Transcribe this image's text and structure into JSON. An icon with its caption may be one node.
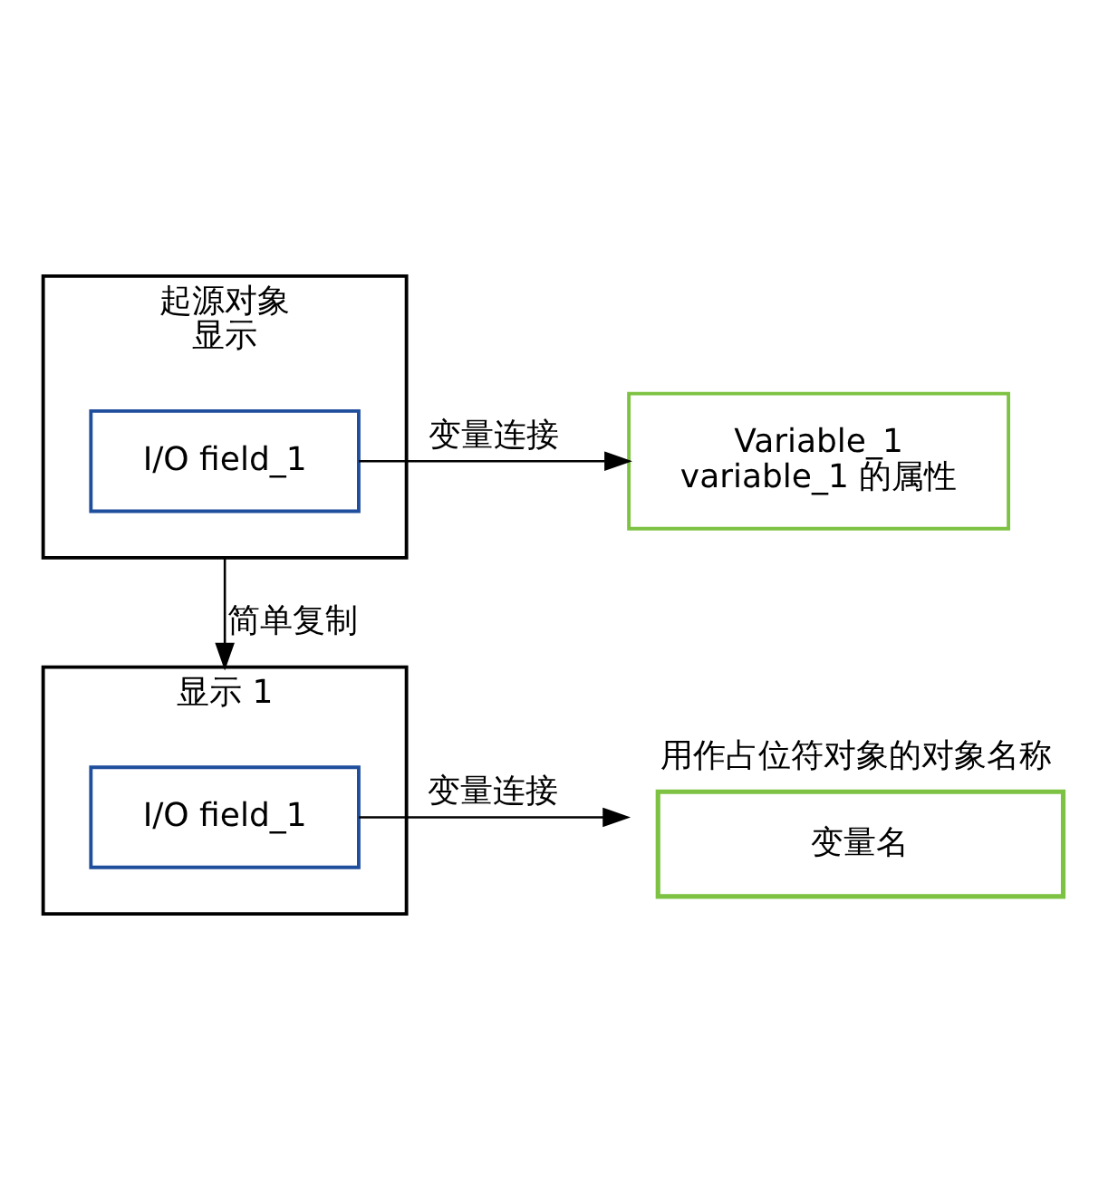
{
  "diagram": {
    "nodes": [
      {
        "text": [
          "起源对象",
          "显示"
        ]
      },
      {
        "text": [
          "I/O field_1"
        ],
        "in": 0
      },
      {
        "text": [
          "Variable_1",
          "variable_1 的属性"
        ]
      },
      {
        "text": [
          "显示 1"
        ]
      },
      {
        "text": [
          "I/O field_1"
        ],
        "in": 3
      },
      {
        "text": [
          "变量名"
        ],
        "beside": [
          "用作占位符对象的对象名称"
        ]
      }
    ],
    "edges": [
      {
        "from": 1,
        "to": 2,
        "arrow": "to",
        "label": "变量连接"
      },
      {
        "from": 0,
        "to": 3,
        "arrow": "to",
        "label": "简单复制"
      },
      {
        "from": 4,
        "to": 5,
        "arrow": "to",
        "label": "变量连接"
      }
    ]
  }
}
